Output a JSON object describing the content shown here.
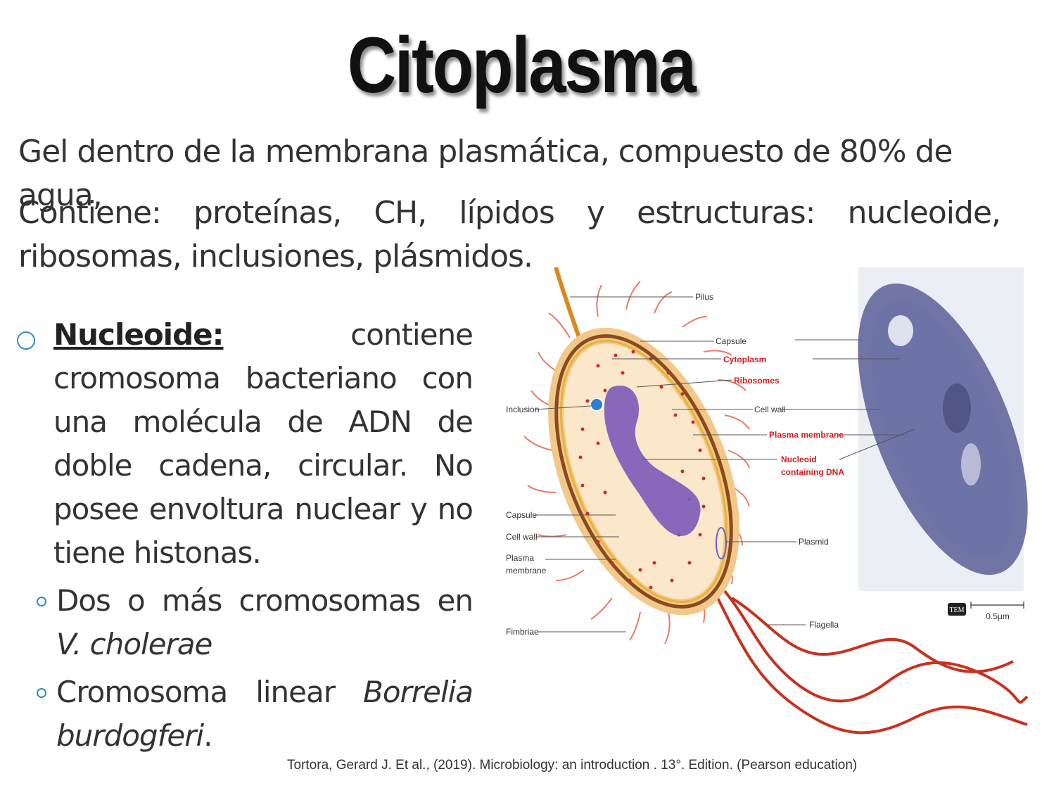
{
  "title": "Citoplasma",
  "paragraphs": {
    "p1": "Gel dentro de  la membrana plasmática,  compuesto de 80% de agua,",
    "p2": "Contiene: proteínas, CH, lípidos y estructuras: nucleoide, ribosomas, inclusiones, plásmidos."
  },
  "bullet1": {
    "term": "Nucleoide:",
    "text": " contiene cromosoma bacteriano con una molécula de ADN de doble cadena, circular. No posee envoltura nuclear y no tiene histonas."
  },
  "subbullets": [
    {
      "text": "Dos o más cromosomas en ",
      "italic": "V. cholerae"
    },
    {
      "text": "Cromosoma linear ",
      "italic": "Borrelia burdogferi",
      "end": "."
    }
  ],
  "diagram": {
    "labels": {
      "pilus": "Pilus",
      "capsule_top": "Capsule",
      "cytoplasm": "Cytoplasm",
      "ribosomes": "Ribosomes",
      "cell_wall_right": "Cell wall",
      "plasma_membrane_right": "Plasma membrane",
      "nucleoid_1": "Nucleoid",
      "nucleoid_2": "containing DNA",
      "inclusion": "Inclusion",
      "capsule_left": "Capsule",
      "cell_wall_left": "Cell wall",
      "plasma_membrane_left_1": "Plasma",
      "plasma_membrane_left_2": "membrane",
      "plasmid": "Plasmid",
      "fimbriae": "Fimbriae",
      "flagella": "Flagella"
    },
    "tem_badge": "TEM",
    "scale_label": "0.5μm",
    "colors": {
      "capsule": "#f2c98a",
      "cytoplasm": "#fbe7c9",
      "wall": "#8a4a1e",
      "ribosome": "#cc2a2a",
      "nucleoid": "#7a5ab8",
      "flagella": "#c8311f",
      "fimbriae": "#e87c6a",
      "tem": "#5b5f98",
      "red_label": "#d21e1e"
    }
  },
  "citation": "Tortora, Gerard J.  Et al., (2019). Microbiology: an introduction . 13°. Edition. (Pearson education)"
}
